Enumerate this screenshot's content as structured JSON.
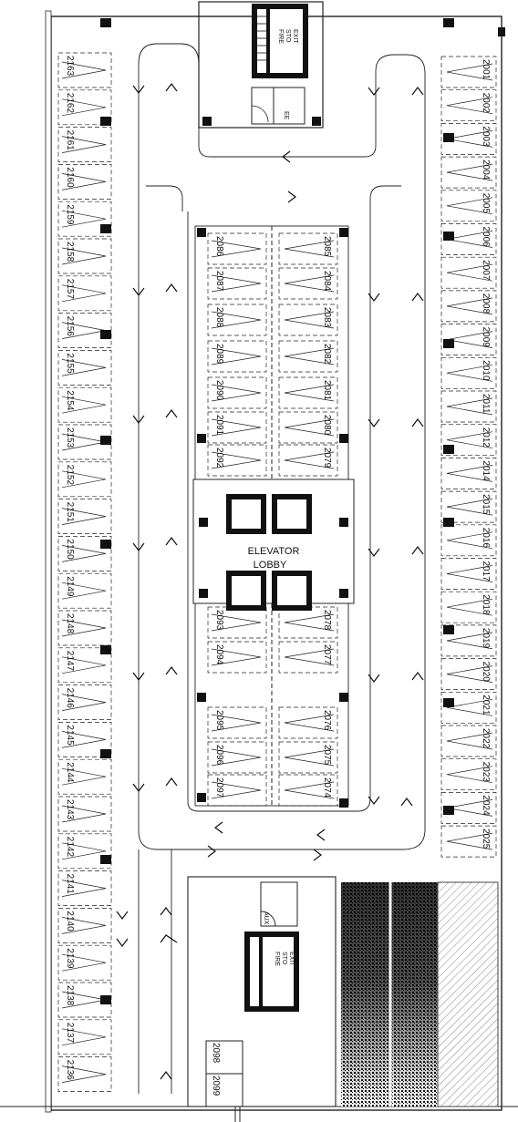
{
  "elevator_lobby": {
    "line1": "ELEVATOR",
    "line2": "LOBBY"
  },
  "stair_top": {
    "label1": "FIRE",
    "label2": "STO",
    "label3": "EXIT",
    "label4": "EE"
  },
  "stair_bottom": {
    "label1": "AUX",
    "label2": "FIRE",
    "label3": "STO",
    "label4": "EXIT"
  },
  "stalls": {
    "left_col": [
      "2163",
      "2162",
      "2161",
      "2160",
      "2159",
      "2158",
      "2157",
      "2156",
      "2155",
      "2154",
      "2153",
      "2152",
      "2151",
      "2150",
      "2149",
      "2148",
      "2147",
      "2146",
      "2145",
      "2144",
      "2143",
      "2142",
      "2141",
      "2140",
      "2139",
      "2138",
      "2137",
      "2136"
    ],
    "right_col": [
      "2001",
      "2002",
      "2003",
      "2004",
      "2005",
      "2006",
      "2007",
      "2008",
      "2009",
      "2010",
      "2011",
      "2012",
      "2014",
      "2015",
      "2016",
      "2017",
      "2018",
      "2019",
      "2020",
      "2021",
      "2022",
      "2023",
      "2024",
      "2025"
    ],
    "center_left": [
      "2086",
      "2087",
      "2088",
      "2089",
      "2090",
      "2091",
      "2092",
      "2093",
      "2094",
      "2095",
      "2096",
      "2097"
    ],
    "center_right": [
      "2085",
      "2084",
      "2083",
      "2082",
      "2081",
      "2080",
      "2079",
      "2078",
      "2077",
      "2076",
      "2075",
      "2074"
    ],
    "bottom_small": [
      "2098",
      "2099"
    ]
  }
}
